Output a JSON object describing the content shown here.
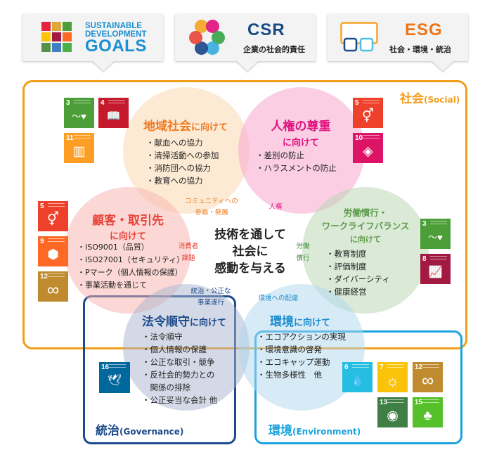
{
  "header_cards": {
    "sdgs": {
      "line1": "SUSTAINABLE",
      "line2": "DEVELOPMENT",
      "line3": "GOALS",
      "grid_colors": [
        "#e5233d",
        "#dda83a",
        "#4c9f38",
        "#fcc30b",
        "#a21942",
        "#fd6925",
        "#56914a",
        "#3f7ec1",
        "#4cb049"
      ]
    },
    "csr": {
      "title": "CSR",
      "subtitle": "企業の社会的責任"
    },
    "esg": {
      "title": "ESG",
      "subtitle": "社会・環境・統治"
    }
  },
  "frames": {
    "social": {
      "label": "社会",
      "label_en": "(Social)",
      "color": "#f29e1a"
    },
    "governance": {
      "label": "統治",
      "label_en": "(Governance)",
      "color": "#1c4a8a"
    },
    "environment": {
      "label": "環境",
      "label_en": "(Environment)",
      "color": "#1ba3dd"
    }
  },
  "center": {
    "line1": "技術を通して",
    "line2": "社会に",
    "line3": "感動を与える"
  },
  "circles": {
    "community": {
      "title_main": "地域社会",
      "title_suffix": "に向けて",
      "color": "#ee7a22",
      "items": [
        "献血への協力",
        "清掃活動への参加",
        "消防団への協力",
        "教育への協力"
      ]
    },
    "human_rights": {
      "title_main": "人権の尊重",
      "title_suffix": "に向けて",
      "color": "#e0137f",
      "items": [
        "差別の防止",
        "ハラスメントの防止"
      ]
    },
    "customers": {
      "title_main": "顧客・取引先",
      "title_suffix": "に向けて",
      "color": "#e9433a",
      "items": [
        "ISO9001（品質）",
        "ISO27001（セキュリティ）",
        "Pマーク（個人情報の保護）",
        "事業活動を通じて"
      ]
    },
    "labor": {
      "title_line1": "労働慣行・",
      "title_line2": "ワークライフバランス",
      "title_suffix": "に向けて",
      "color": "#5e9a4c",
      "items": [
        "教育制度",
        "評価制度",
        "ダイバーシティ",
        "健康経営"
      ]
    },
    "compliance": {
      "title_main": "法令順守",
      "title_suffix": "に向けて",
      "color": "#1c4a8a",
      "items": [
        "法令順守",
        "個人情報の保護",
        "公正な取引・競争",
        "反社会的勢力との",
        "関係の排除",
        "公正妥当な会計 他"
      ]
    },
    "environment": {
      "title_main": "環境",
      "title_suffix": "に向けて",
      "color": "#1b8ccd",
      "items": [
        "エコアクションの実現",
        "環境意識の啓発",
        "エコキャップ運動",
        "生物多様性　他"
      ]
    }
  },
  "overlaps": {
    "community": {
      "line1": "コミュニティへの",
      "line2": "参画・発展",
      "color": "#ee7a22"
    },
    "human_rights": {
      "line1": "人権",
      "color": "#e0137f"
    },
    "consumer": {
      "line1": "消費者",
      "line2": "課題",
      "color": "#e9433a"
    },
    "labor": {
      "line1": "労働",
      "line2": "慣行",
      "color": "#3c8c3a"
    },
    "governance": {
      "line1": "統治・公正な",
      "line2": "事業遂行",
      "color": "#1c4a8a"
    },
    "environment": {
      "line1": "環境への配慮",
      "color": "#1b8ccd"
    }
  },
  "sdg_icons": [
    {
      "id": "sdg3-a",
      "num": "3",
      "color": "#4c9f38",
      "glyph": "〜♥",
      "label": "すべての人に健康と福祉を"
    },
    {
      "id": "sdg4",
      "num": "4",
      "color": "#c5192d",
      "glyph": "📖",
      "label": "質の高い教育をみんなに"
    },
    {
      "id": "sdg11",
      "num": "11",
      "color": "#fd9d24",
      "glyph": "▥",
      "label": "住み続けられるまちづくりを"
    },
    {
      "id": "sdg5-a",
      "num": "5",
      "color": "#ef402b",
      "glyph": "⚥",
      "label": "ジェンダー平等を実現しよう"
    },
    {
      "id": "sdg10",
      "num": "10",
      "color": "#dd1367",
      "glyph": "◈",
      "label": "人や国の不平等をなくそう"
    },
    {
      "id": "sdg5-b",
      "num": "5",
      "color": "#ef402b",
      "glyph": "⚥",
      "label": "ジェンダー平等を実現しよう"
    },
    {
      "id": "sdg9",
      "num": "9",
      "color": "#fd6925",
      "glyph": "⬢",
      "label": "産業と技術革新の基盤をつくろう"
    },
    {
      "id": "sdg12-a",
      "num": "12",
      "color": "#bf8b2e",
      "glyph": "∞",
      "label": "つくる責任つかう責任"
    },
    {
      "id": "sdg3-b",
      "num": "3",
      "color": "#4c9f38",
      "glyph": "〜♥",
      "label": "すべての人に健康と福祉を"
    },
    {
      "id": "sdg8",
      "num": "8",
      "color": "#a21942",
      "glyph": "📈",
      "label": "働きがいも経済成長も"
    },
    {
      "id": "sdg16",
      "num": "16",
      "color": "#00689d",
      "glyph": "🕊",
      "label": "平和と公正をすべての人に"
    },
    {
      "id": "sdg6",
      "num": "6",
      "color": "#26bde2",
      "glyph": "💧",
      "label": "安全な水とトイレを世界中に"
    },
    {
      "id": "sdg7",
      "num": "7",
      "color": "#fcc30b",
      "glyph": "☼",
      "label": "エネルギーをみんなにそしてクリーンに"
    },
    {
      "id": "sdg12-b",
      "num": "12",
      "color": "#bf8b2e",
      "glyph": "∞",
      "label": "つくる責任つかう責任"
    },
    {
      "id": "sdg13",
      "num": "13",
      "color": "#3f7e44",
      "glyph": "◉",
      "label": "気候変動に具体的な対策を"
    },
    {
      "id": "sdg15",
      "num": "15",
      "color": "#56c02b",
      "glyph": "♣",
      "label": "陸の豊かさも守ろう"
    }
  ]
}
